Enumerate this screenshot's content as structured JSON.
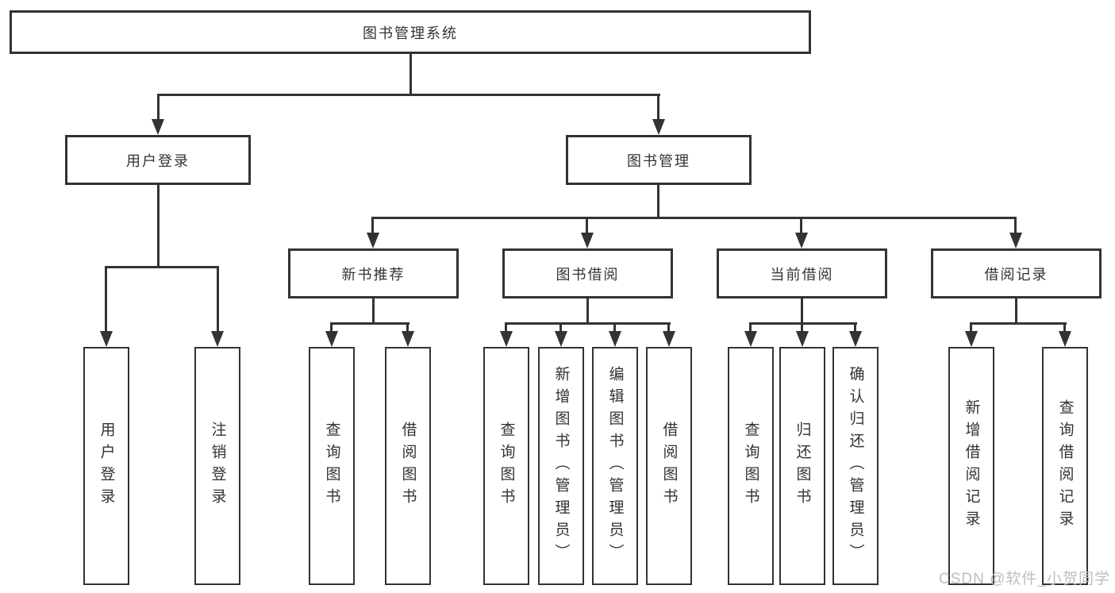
{
  "tree": {
    "root": {
      "label": "图书管理系统",
      "children": [
        {
          "label": "用户登录",
          "children": [
            {
              "label": "用户登录"
            },
            {
              "label": "注销登录"
            }
          ]
        },
        {
          "label": "图书管理",
          "children": [
            {
              "label": "新书推荐",
              "children": [
                {
                  "label": "查询图书"
                },
                {
                  "label": "借阅图书"
                }
              ]
            },
            {
              "label": "图书借阅",
              "children": [
                {
                  "label": "查询图书"
                },
                {
                  "label": "新增图书（管理员）"
                },
                {
                  "label": "编辑图书（管理员）"
                },
                {
                  "label": "借阅图书"
                }
              ]
            },
            {
              "label": "当前借阅",
              "children": [
                {
                  "label": "查询图书"
                },
                {
                  "label": "归还图书"
                },
                {
                  "label": "确认归还（管理员）"
                }
              ]
            },
            {
              "label": "借阅记录",
              "children": [
                {
                  "label": "新增借阅记录"
                },
                {
                  "label": "查询借阅记录"
                }
              ]
            }
          ]
        }
      ]
    }
  },
  "watermark": {
    "text": "CSDN @软件_小贺同学"
  },
  "colors": {
    "line": "#333333",
    "watermark": "#b9bec8",
    "background": "#ffffff"
  }
}
